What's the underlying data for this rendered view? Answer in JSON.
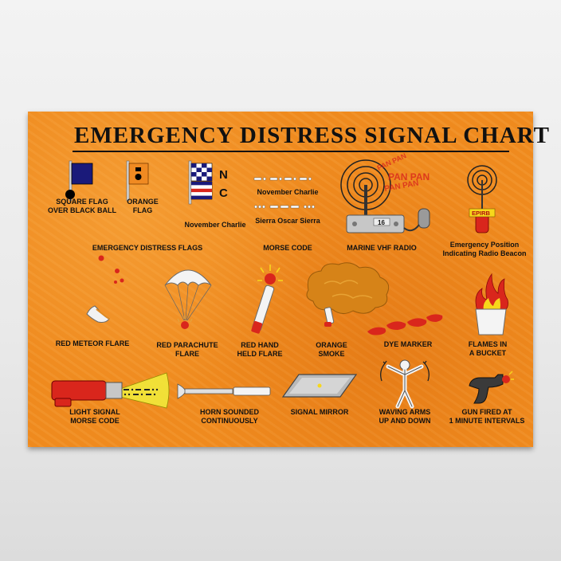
{
  "title": "EMERGENCY DISTRESS SIGNAL CHART",
  "labels": {
    "square_flag": "SQUARE FLAG\nOVER BLACK BALL",
    "orange_flag": "ORANGE\nFLAG",
    "november_charlie_flag": "November Charlie",
    "flags_group": "EMERGENCY DISTRESS FLAGS",
    "morse_nc": "November Charlie",
    "morse_sos": "Sierra Oscar Sierra",
    "morse_group": "MORSE CODE",
    "vhf_radio": "MARINE VHF RADIO",
    "epirb": "Emergency Position\nIndicating Radio Beacon",
    "red_meteor": "RED METEOR FLARE",
    "red_parachute": "RED PARACHUTE\nFLARE",
    "red_hand": "RED HAND\nHELD FLARE",
    "orange_smoke": "ORANGE\nSMOKE",
    "dye_marker": "DYE MARKER",
    "flames_bucket": "FLAMES IN\nA BUCKET",
    "light_signal": "LIGHT SIGNAL\nMORSE CODE",
    "horn": "HORN SOUNDED\nCONTINUOUSLY",
    "signal_mirror": "SIGNAL MIRROR",
    "waving_arms": "WAVING ARMS\nUP AND DOWN",
    "gun_fired": "GUN FIRED AT\n1 MINUTE INTERVALS"
  },
  "icon_text": {
    "flag_n": "N",
    "flag_c": "C",
    "pan_pan": "PAN PAN",
    "radio_channel": "16",
    "epirb_tag": "EPIRB"
  },
  "colors": {
    "background": "#ef8a1e",
    "flag_blue": "#1a1a7a",
    "flare_red": "#d9261c",
    "smoke_orange": "#e08a20"
  }
}
